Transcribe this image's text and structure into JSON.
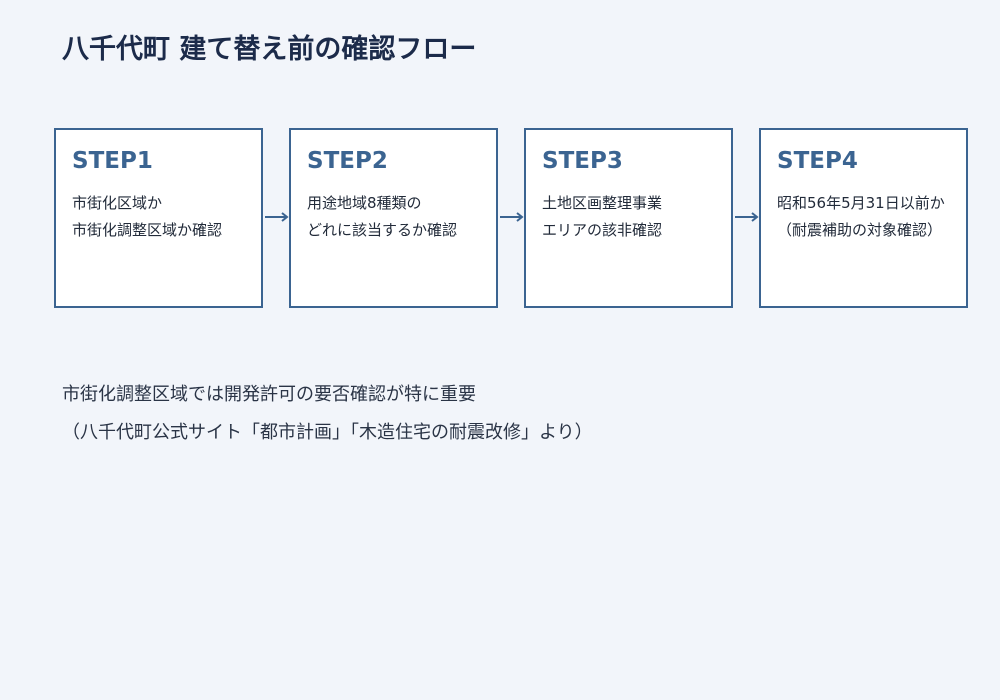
{
  "title": "八千代町 建て替え前の確認フロー",
  "steps": [
    {
      "label": "STEP1",
      "lines": [
        "市街化区域か",
        "市街化調整区域か確認"
      ]
    },
    {
      "label": "STEP2",
      "lines": [
        "用途地域8種類の",
        "どれに該当するか確認"
      ]
    },
    {
      "label": "STEP3",
      "lines": [
        "土地区画整理事業",
        "エリアの該非確認"
      ]
    },
    {
      "label": "STEP4",
      "lines": [
        "昭和56年5月31日以前か",
        "（耐震補助の対象確認）"
      ]
    }
  ],
  "note": {
    "line1": "市街化調整区域では開発許可の要否確認が特に重要",
    "line2": "（八千代町公式サイト「都市計画」「木造住宅の耐震改修」より）"
  },
  "colors": {
    "accent": "#3b6491",
    "background": "#f2f5fa",
    "box_fill": "#ffffff"
  }
}
